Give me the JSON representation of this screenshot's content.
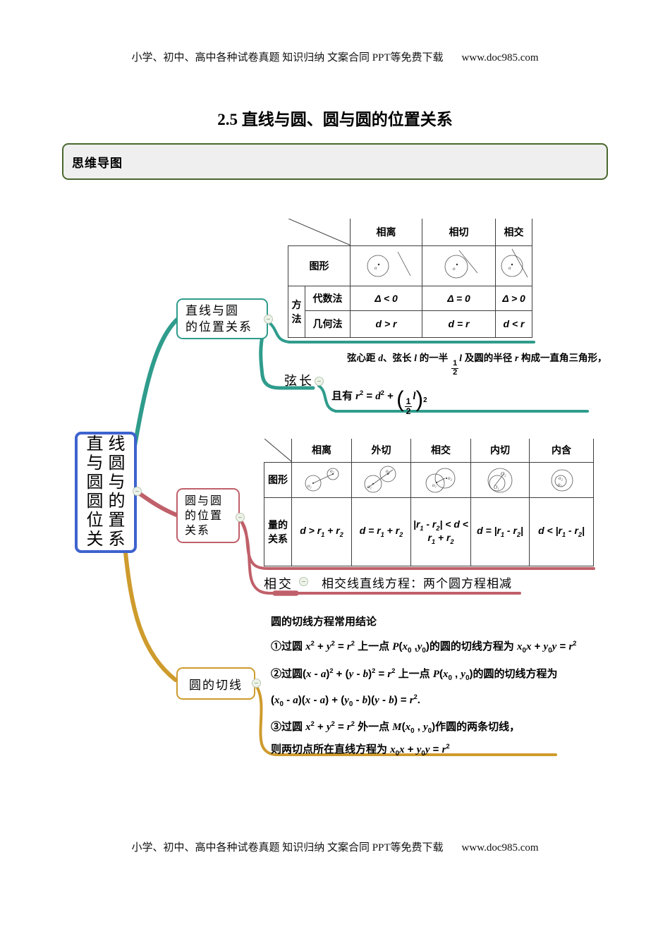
{
  "page": {
    "header_text": "小学、初中、高中各种试卷真题 知识归纳 文案合同 PPT等免费下载",
    "header_url": "www.doc985.com",
    "footer_text": "小学、初中、高中各种试卷真题 知识归纳 文案合同 PPT等免费下载",
    "footer_url": "www.doc985.com",
    "title": "2.5 直线与圆、圆与圆的位置关系",
    "section_label": "思维导图"
  },
  "colors": {
    "branch_teal": "#2f9c8c",
    "branch_red": "#c0606a",
    "branch_gold": "#ce9b2d",
    "root_border_blue": "#3e63ce",
    "section_border_green": "#4a682f",
    "section_bg": "#efefef",
    "table_border": "#3d3d3d"
  },
  "mindmap": {
    "root": {
      "line1": "直线",
      "line2": "与圆",
      "line3": "圆与",
      "line4": "圆的",
      "line5": "位置",
      "line6": "关系"
    },
    "branch_line_circle": {
      "line1": "直线与圆",
      "line2": "的位置关系"
    },
    "branch_circle_circle": {
      "line1": "圆与圆",
      "line2": "的位置",
      "line3": "关系"
    },
    "branch_tangent": {
      "label": "圆的切线"
    },
    "chord": {
      "label": "弦长",
      "desc_html": "弦心距 <i>d</i>、弦长 <i>l</i> 的一半 <span class=\"frac\"><span class=\"tp\">1</span><span>2</span></span><i>l</i> 及圆的半径 <i>r</i> 构成一直角三角形，",
      "formula_html": "且有 <i>r</i><sup>2</sup> = <i>d</i><sup>2</sup> + <span class=\"bigp\">(</span><span class=\"frac\"><span class=\"tp\">1</span><span>2</span></span><i>l</i><span class=\"bigp\">)</span><sub>2</sub>"
    },
    "intersect": {
      "label": "相交",
      "text": "相交线直线方程：两个圆方程相减"
    }
  },
  "table1": {
    "headers": [
      "相离",
      "相切",
      "相交"
    ],
    "figure_label": "图形",
    "group_label_1": "方",
    "group_label_2": "法",
    "alg_label": "代数法",
    "geo_label": "几何法",
    "alg_cells": [
      "Δ < 0",
      "Δ = 0",
      "Δ > 0"
    ],
    "geo_cells": [
      "d > r",
      "d = r",
      "d < r"
    ]
  },
  "table2": {
    "headers": [
      "相离",
      "外切",
      "相交",
      "内切",
      "内含"
    ],
    "figure_label": "图形",
    "rel_label_1": "量的",
    "rel_label_2": "关系",
    "cells_html": [
      "<i>d</i> > <i>r</i><sub>1</sub> + <i>r</i><sub>2</sub>",
      "<i>d</i> = <i>r</i><sub>1</sub> + <i>r</i><sub>2</sub>",
      "|<i>r</i><sub>1</sub> - <i>r</i><sub>2</sub>| < <i>d</i> <<br><i>r</i><sub>1</sub> + <i>r</i><sub>2</sub>",
      "<i>d</i> = |<i>r</i><sub>1</sub> - <i>r</i><sub>2</sub>|",
      "<i>d</i> < |<i>r</i><sub>1</sub> - <i>r</i><sub>2</sub>|"
    ]
  },
  "figs": {
    "o": "o",
    "o1": "o₁",
    "o2": "o₂",
    "O1": "O₁",
    "O2": "O₂"
  },
  "tangent": {
    "title": "圆的切线方程常用结论",
    "l1_html": "①过圆 <i>x</i><sup>2</sup> + <i>y</i><sup>2</sup> = <i>r</i><sup>2</sup> 上一点 <i>P</i>(<i>x</i><sub>0</sub> ,<i>y</i><sub>0</sub>)的圆的切线方程为 <i>x</i><sub>0</sub><i>x</i> + <i>y</i><sub>0</sub><i>y</i> = <i>r</i><sup>2</sup>",
    "l2_html": "②过圆(<i>x</i> - <i>a</i>)<sup>2</sup> + (<i>y</i> - <i>b</i>)<sup>2</sup> = <i>r</i><sup>2</sup> 上一点 <i>P</i>(<i>x</i><sub>0</sub> , <i>y</i><sub>0</sub>)的圆的切线方程为",
    "l3_html": "(<i>x</i><sub>0</sub> - <i>a</i>)(<i>x</i> - <i>a</i>) + (<i>y</i><sub>0</sub> - <i>b</i>)(<i>y</i> - <i>b</i>) = <i>r</i><sup>2</sup>.",
    "l4_html": "③过圆 <i>x</i><sup>2</sup> + <i>y</i><sup>2</sup> = <i>r</i><sup>2</sup> 外一点 <i>M</i>(<i>x</i><sub>0</sub> , <i>y</i><sub>0</sub>)作圆的两条切线，",
    "l5_html": "则两切点所在直线方程为 <i>x</i><sub>0</sub><i>x</i> + <i>y</i><sub>0</sub><i>y</i> = <i>r</i><sup>2</sup>"
  }
}
